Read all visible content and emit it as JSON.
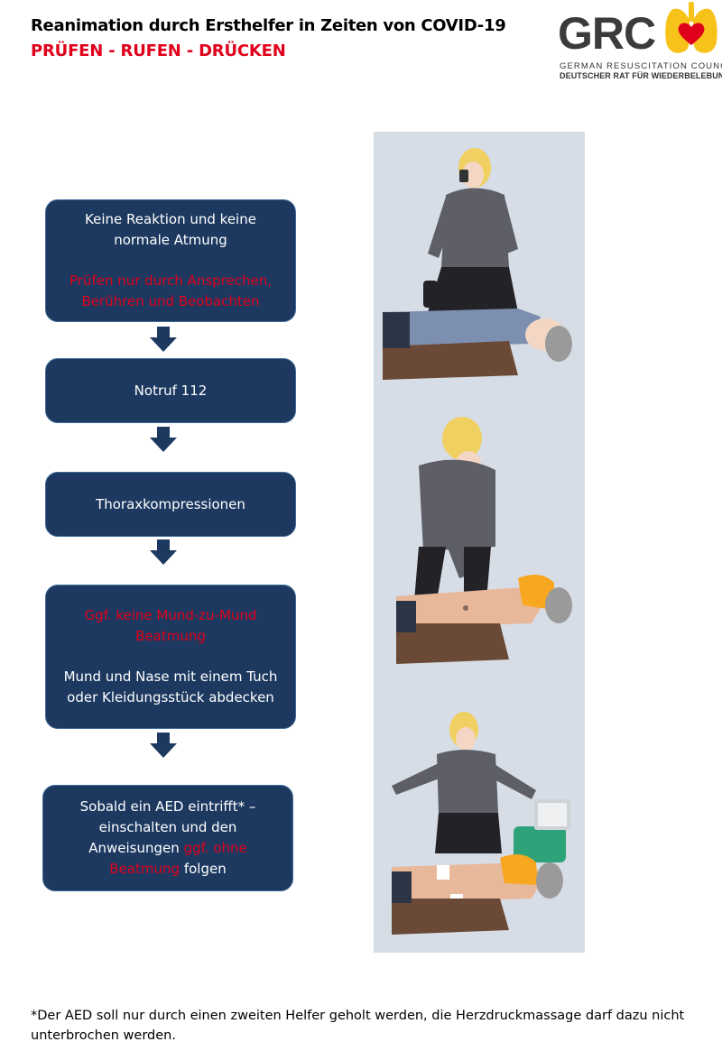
{
  "header": {
    "title": "Reanimation durch Ersthelfer in Zeiten von COVID-19",
    "subtitle": "PRÜFEN - RUFEN - DRÜCKEN"
  },
  "logo": {
    "wordmark": "GRC",
    "line1": "GERMAN RESUSCITATION COUNCIL",
    "line2": "DEUTSCHER RAT FÜR WIEDERBELEBUNG",
    "colors": {
      "text": "#3b3b3b",
      "lungs": "#f7c31a",
      "heart": "#e0001b"
    }
  },
  "steps": {
    "s1": {
      "text": "Keine Reaktion und keine normale Atmung",
      "note": "Prüfen nur durch Ansprechen, Berühren und Beobachten"
    },
    "s2": {
      "text": "Notruf 112"
    },
    "s3": {
      "text": "Thoraxkompressionen"
    },
    "s4": {
      "note": "Ggf. keine Mund-zu-Mund Beatmung",
      "text": "Mund und Nase mit einem Tuch oder Kleidungsstück abdecken"
    },
    "s5": {
      "text_a": "Sobald ein AED eintrifft* – einschalten und den Anweisungen",
      "text_red": "ggf. ohne Beatmung",
      "text_b": "folgen"
    }
  },
  "footnote": "*Der AED soll nur durch einen zweiten Helfer geholt werden, die Herzdruckmassage darf dazu nicht unterbrochen werden.",
  "colors": {
    "box": "#1d3960",
    "box_border": "#3f6a9b",
    "accent_red": "#e0001b",
    "illustration_bg": "#d7dde6"
  }
}
